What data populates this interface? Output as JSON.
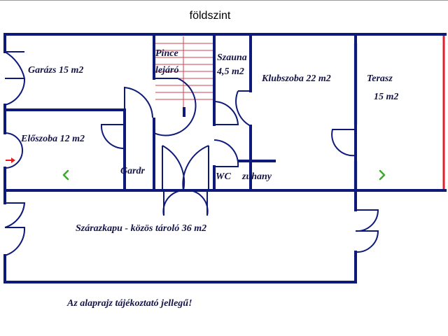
{
  "header": {
    "title": "földszint"
  },
  "rooms": {
    "garazs": "Garázs 15 m2",
    "pince_1": "Pince",
    "pince_2": "lejáró",
    "szauna_1": "Szauna",
    "szauna_2": "4,5 m2",
    "klubszoba": "Klubszoba 22 m2",
    "terasz_1": "Terasz",
    "terasz_2": "15 m2",
    "eloszoba": "Előszoba 12 m2",
    "gardr": "Gardr",
    "wc": "WC",
    "zuhany": "zuhany",
    "szarazkapu": "Szárazkapu - közös tároló 36 m2"
  },
  "disclaimer": "Az alaprajz tájékoztató jellegű!",
  "icons": {
    "prev": "chevron-left-icon",
    "next": "chevron-right-icon",
    "entrance": "arrow-right-icon"
  },
  "colors": {
    "wall": "#0e1a7a",
    "stairs": "#d04050",
    "glass": "#b8d0ec",
    "terrace_edge": "#e02030",
    "nav_arrow": "#3aaa2a",
    "entrance_arrow": "#e02020"
  }
}
